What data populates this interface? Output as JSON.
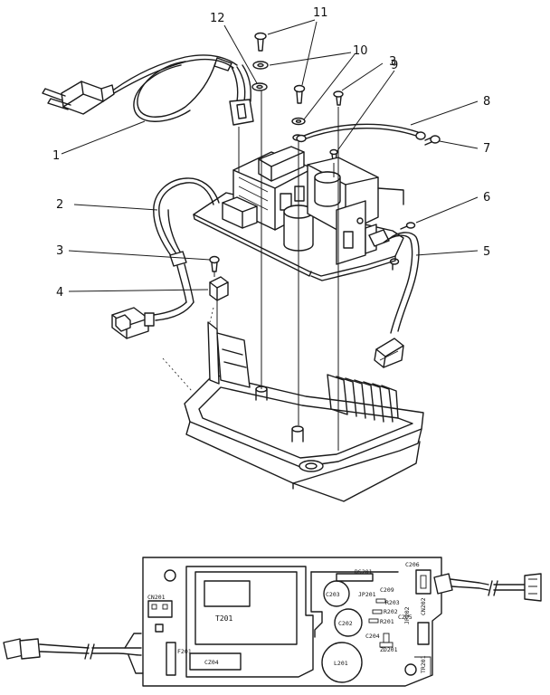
{
  "callouts": [
    "1",
    "2",
    "3",
    "3",
    "4",
    "5",
    "6",
    "7",
    "8",
    "9",
    "10",
    "11",
    "12"
  ],
  "pcb_labels": {
    "cn201": "CN201",
    "t201": "T201",
    "c203": "C203",
    "c202": "C202",
    "l201": "L201",
    "cz04": "CZ04",
    "f201": "F201",
    "ds201": "DS201",
    "c209": "C209",
    "jp201": "JP201",
    "jp202": "JP202",
    "c205": "C205",
    "r203": "R203",
    "r202": "R202",
    "r201": "R201",
    "c204": "C204",
    "zd201": "ZD201",
    "c206": "C206",
    "cn202": "CN202",
    "tr201": "TR201"
  }
}
